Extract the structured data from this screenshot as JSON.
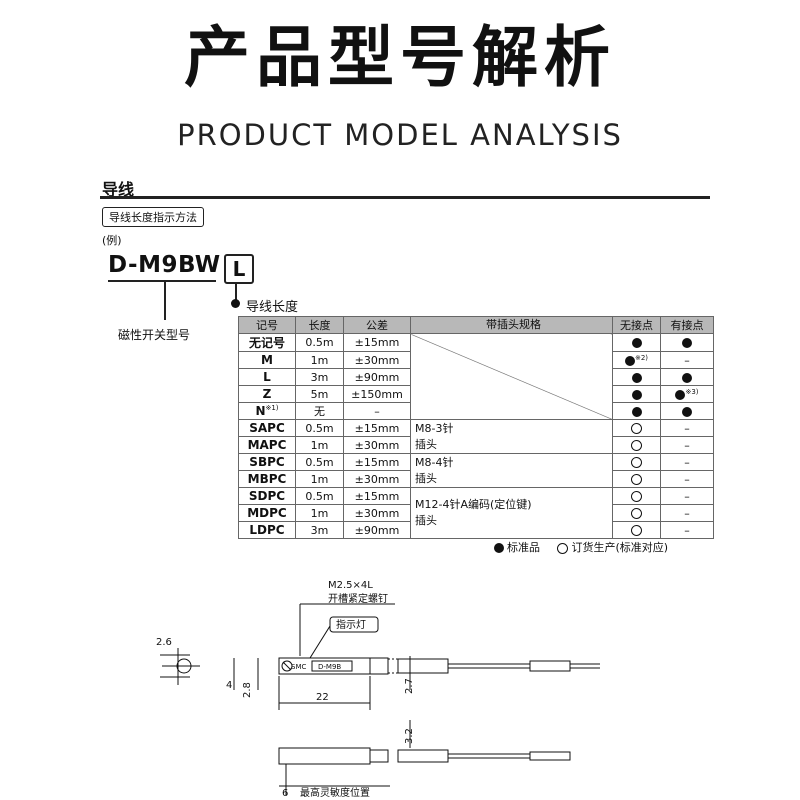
{
  "header": {
    "title_cn": "产品型号解析",
    "title_en": "PRODUCT MODEL ANALYSIS"
  },
  "section": {
    "title": "导线",
    "sub_heading": "导线长度指示方法",
    "example": "(例)",
    "model": "D-M9BW",
    "model_suffix": "L",
    "label_magnetic": "磁性开关型号",
    "label_wire_length": "导线长度"
  },
  "table": {
    "headers": [
      "记号",
      "长度",
      "公差",
      "带插头规格",
      "无接点",
      "有接点"
    ],
    "rows": [
      {
        "code": "无记号",
        "code_note": "",
        "length": "0.5m",
        "tol": "±15mm",
        "no_contact": "dot",
        "no_note": "",
        "contact": "dot",
        "contact_note": ""
      },
      {
        "code": "M",
        "code_note": "",
        "length": "1m",
        "tol": "±30mm",
        "no_contact": "dot",
        "no_note": "※2)",
        "contact": "–",
        "contact_note": ""
      },
      {
        "code": "L",
        "code_note": "",
        "length": "3m",
        "tol": "±90mm",
        "no_contact": "dot",
        "no_note": "",
        "contact": "dot",
        "contact_note": ""
      },
      {
        "code": "Z",
        "code_note": "",
        "length": "5m",
        "tol": "±150mm",
        "no_contact": "dot",
        "no_note": "",
        "contact": "dot",
        "contact_note": "※3)"
      },
      {
        "code": "N",
        "code_note": "※1)",
        "length": "无",
        "tol": "–",
        "no_contact": "dot",
        "no_note": "",
        "contact": "dot",
        "contact_note": ""
      },
      {
        "code": "SAPC",
        "code_note": "",
        "length": "0.5m",
        "tol": "±15mm",
        "no_contact": "ring",
        "no_note": "",
        "contact": "–",
        "contact_note": ""
      },
      {
        "code": "MAPC",
        "code_note": "",
        "length": "1m",
        "tol": "±30mm",
        "no_contact": "ring",
        "no_note": "",
        "contact": "–",
        "contact_note": ""
      },
      {
        "code": "SBPC",
        "code_note": "",
        "length": "0.5m",
        "tol": "±15mm",
        "no_contact": "ring",
        "no_note": "",
        "contact": "–",
        "contact_note": ""
      },
      {
        "code": "MBPC",
        "code_note": "",
        "length": "1m",
        "tol": "±30mm",
        "no_contact": "ring",
        "no_note": "",
        "contact": "–",
        "contact_note": ""
      },
      {
        "code": "SDPC",
        "code_note": "",
        "length": "0.5m",
        "tol": "±15mm",
        "no_contact": "ring",
        "no_note": "",
        "contact": "–",
        "contact_note": ""
      },
      {
        "code": "MDPC",
        "code_note": "",
        "length": "1m",
        "tol": "±30mm",
        "no_contact": "ring",
        "no_note": "",
        "contact": "–",
        "contact_note": ""
      },
      {
        "code": "LDPC",
        "code_note": "",
        "length": "3m",
        "tol": "±90mm",
        "no_contact": "ring",
        "no_note": "",
        "contact": "–",
        "contact_note": ""
      }
    ],
    "connector_groups": [
      {
        "line1": "M8-3针",
        "line2": "插头"
      },
      {
        "line1": "M8-4针",
        "line2": "插头"
      },
      {
        "line1": "M12-4针A编码(定位键)",
        "line2": "插头"
      }
    ]
  },
  "legend": {
    "standard": "标准品",
    "order": "订货生产(标准对应)"
  },
  "drawing": {
    "screw_label": "M2.5×4L",
    "screw_desc": "开槽紧定螺钉",
    "indicator": "指示灯",
    "dim_26": "2.6",
    "dim_4": "4",
    "dim_28": "2.8",
    "dim_27": "2.7",
    "dim_22": "22",
    "dim_32": "3.2",
    "dim_6": "6",
    "sensing_pos": "最高灵敏度位置",
    "body_text_1": "SMC",
    "body_text_2": "D-M9B"
  }
}
